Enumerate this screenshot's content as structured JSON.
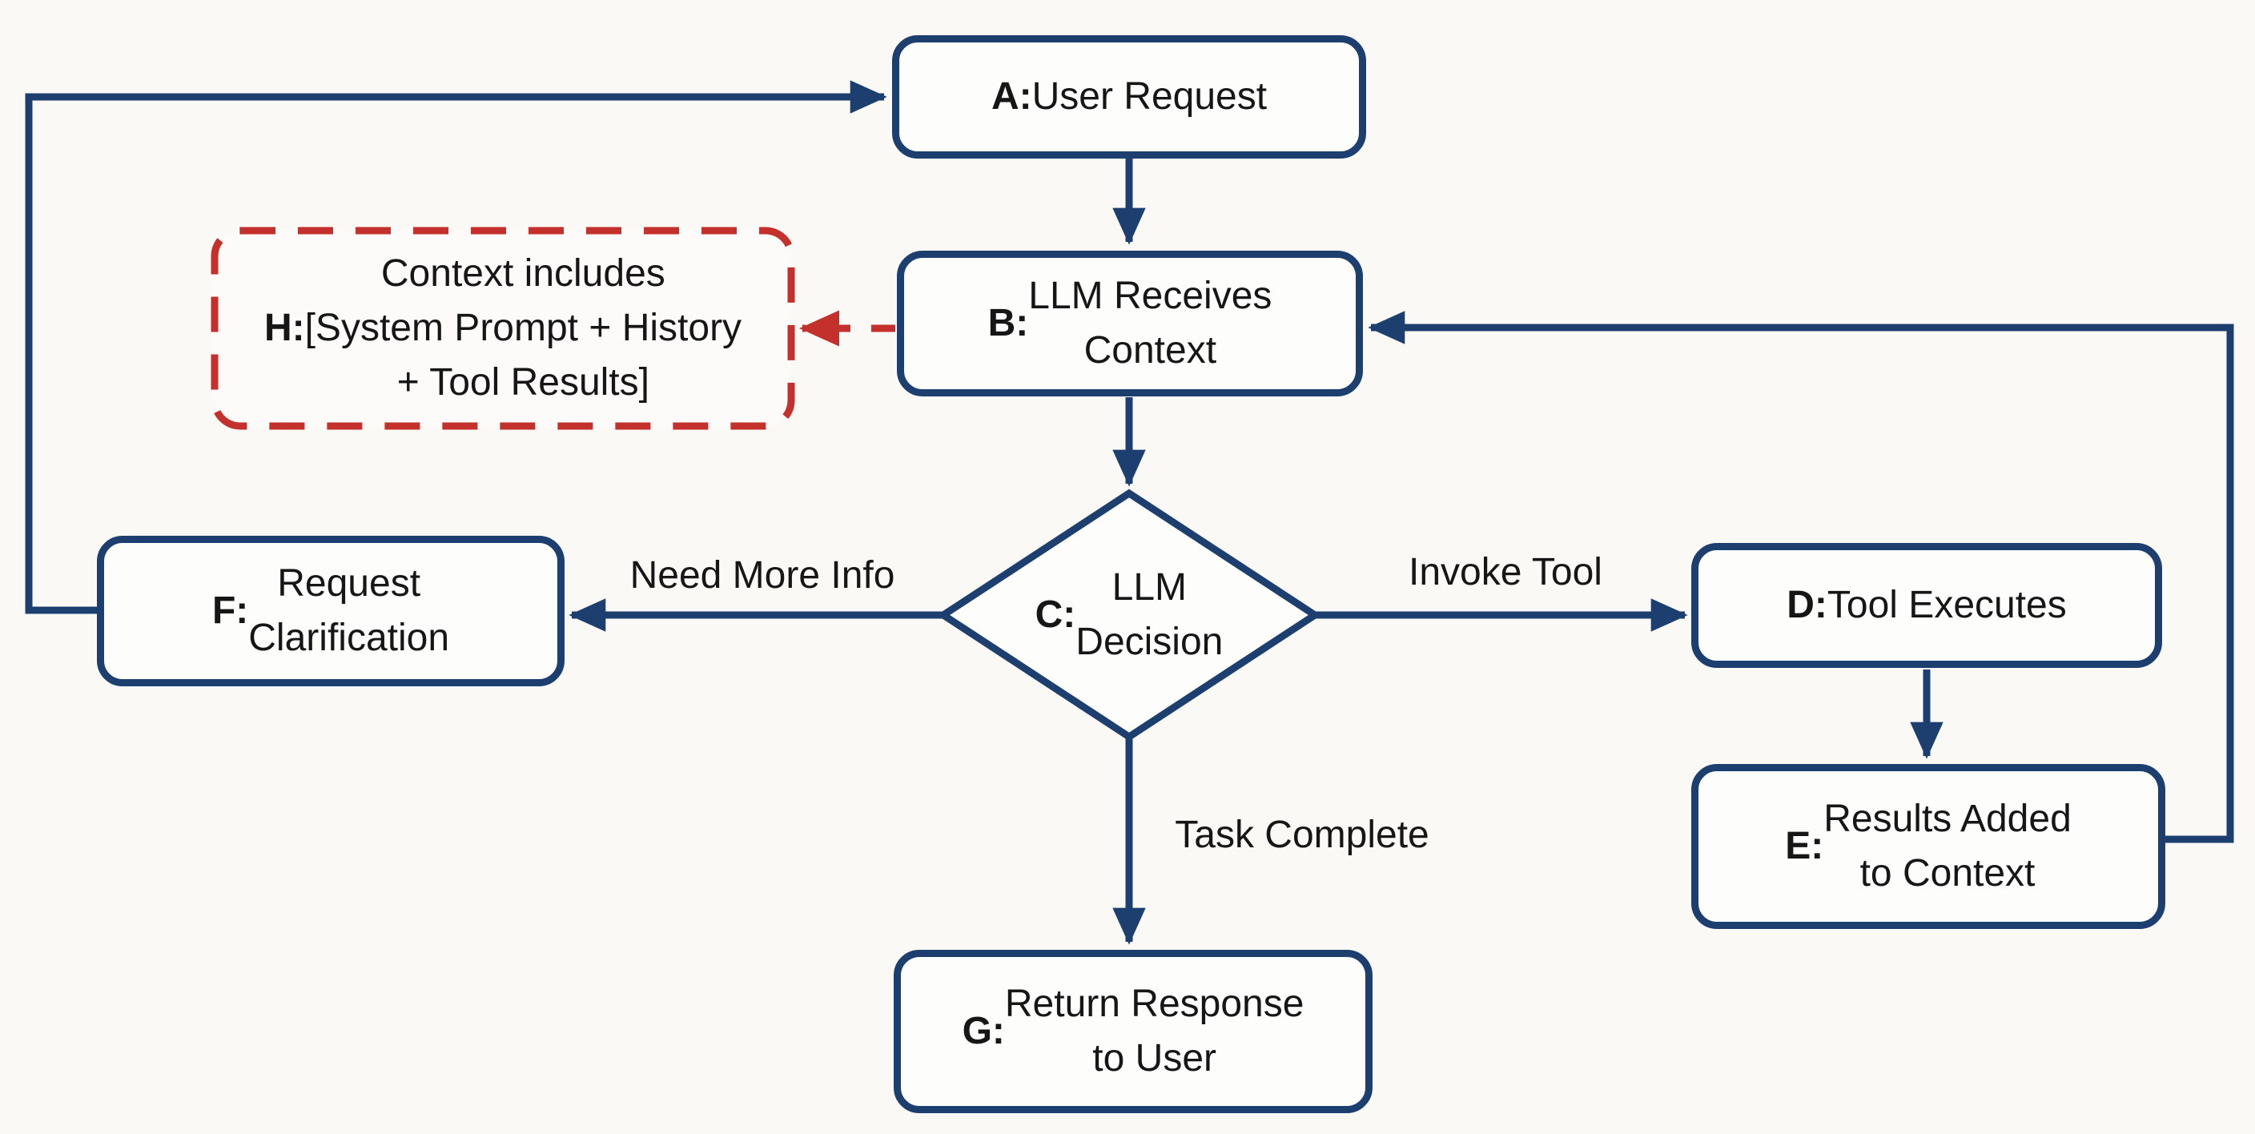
{
  "diagram": {
    "colors": {
      "line": "#1d3f6f",
      "dashed_note": "#c4302b",
      "text": "#161616",
      "background": "#faf9f6",
      "node_fill": "#fdfdfc"
    },
    "nodes": {
      "a": {
        "prefix": "A:",
        "label": "User Request"
      },
      "b": {
        "prefix": "B:",
        "label": "LLM Receives\nContext"
      },
      "c": {
        "prefix": "C:",
        "label": "LLM\nDecision"
      },
      "d": {
        "prefix": "D:",
        "label": "Tool Executes"
      },
      "e": {
        "prefix": "E:",
        "label": "Results Added\nto Context"
      },
      "f": {
        "prefix": "F:",
        "label": "Request\nClarification"
      },
      "g": {
        "prefix": "G:",
        "label": "Return Response\nto User"
      },
      "h": {
        "prefix": "H:",
        "label": "Context includes\n[System Prompt + History\n+ Tool Results]"
      }
    },
    "edge_labels": {
      "need_more_info": "Need More Info",
      "invoke_tool": "Invoke Tool",
      "task_complete": "Task Complete"
    }
  }
}
